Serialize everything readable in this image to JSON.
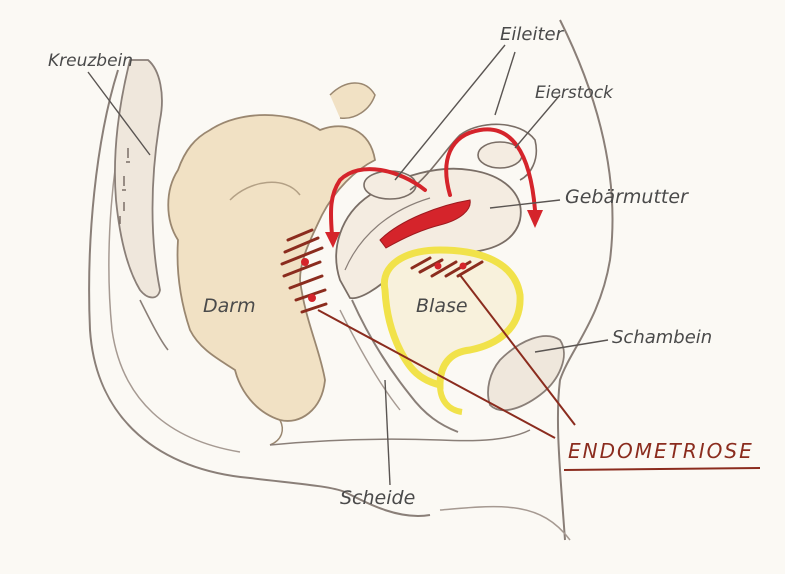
{
  "labels": {
    "kreuzbein": "Kreuzbein",
    "eileiter": "Eileiter",
    "eierstock": "Eierstock",
    "gebaermutter": "Gebärmutter",
    "darm": "Darm",
    "blase": "Blase",
    "schambein": "Schambein",
    "scheide": "Scheide",
    "endometriose": "ENDOMETRIOSE"
  },
  "colors": {
    "pencil": "#7a6e66",
    "bowel_fill": "#f1e1c4",
    "bladder_outline": "#f1e24a",
    "uterus_red": "#d5242b",
    "endometriosis": "#8b2c1e",
    "label_line_grey": "#5a5552"
  }
}
